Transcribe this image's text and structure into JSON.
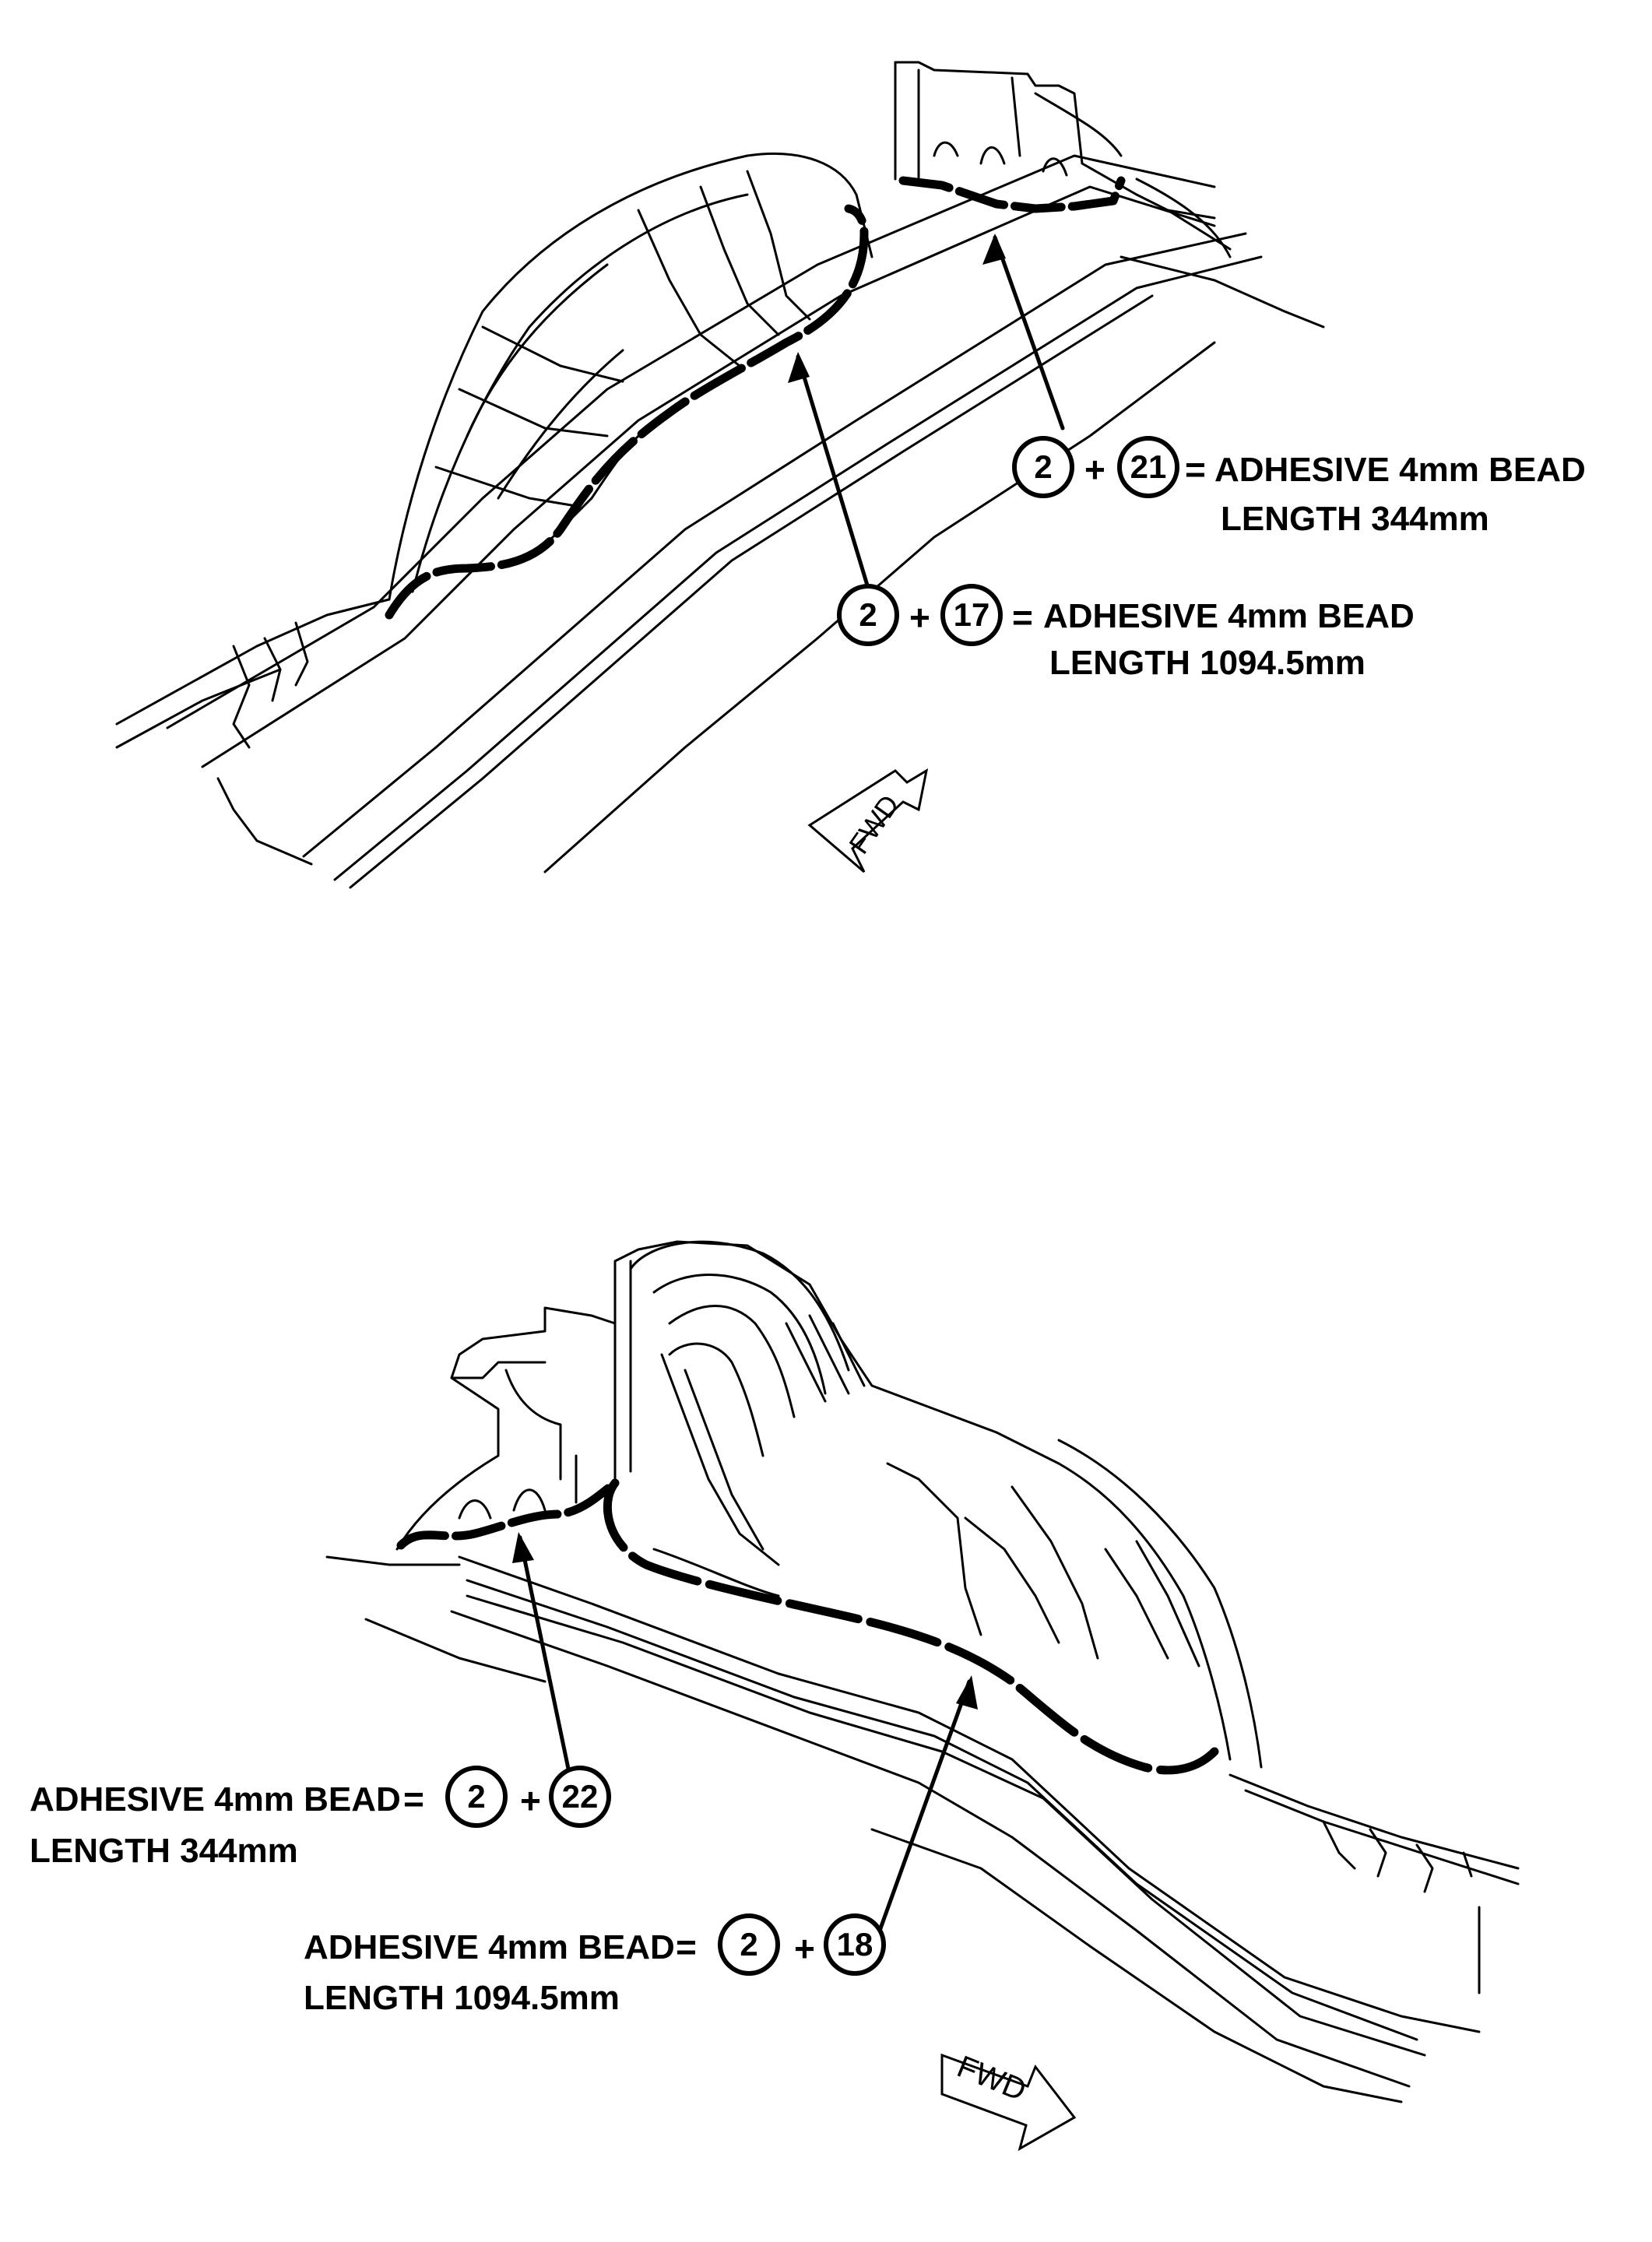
{
  "top_view": {
    "callout_a": {
      "part1": "2",
      "operator": "+",
      "part2": "21",
      "equals": "=",
      "text": "ADHESIVE 4mm BEAD",
      "length": "LENGTH 344mm"
    },
    "callout_b": {
      "part1": "2",
      "operator": "+",
      "part2": "17",
      "equals": "=",
      "text": "ADHESIVE 4mm BEAD",
      "length": "LENGTH 1094.5mm"
    },
    "direction": "FWD"
  },
  "bottom_view": {
    "callout_a": {
      "text": "ADHESIVE 4mm BEAD",
      "equals": "=",
      "part1": "2",
      "operator": "+",
      "part2": "22",
      "length": "LENGTH 344mm"
    },
    "callout_b": {
      "text": "ADHESIVE 4mm BEAD",
      "equals": "=",
      "part1": "2",
      "operator": "+",
      "part2": "18",
      "length": "LENGTH 1094.5mm"
    },
    "direction": "FWD"
  },
  "colors": {
    "line": "#000000",
    "background": "#ffffff"
  }
}
